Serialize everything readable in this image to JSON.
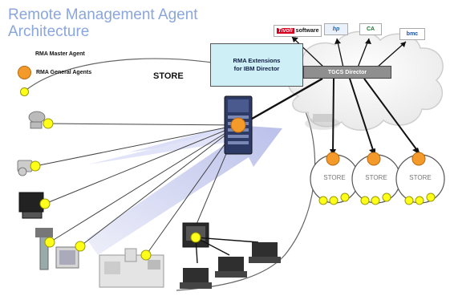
{
  "title": {
    "line1": "Remote Management Agent",
    "line2": "Architecture"
  },
  "legend": {
    "master_label": "RMA Master Agent",
    "general_label": "RMA General Agents"
  },
  "store_label": "STORE",
  "rma_box": {
    "line1": "RMA Extensions",
    "line2": "for IBM Director"
  },
  "director_label": "TGCS Director",
  "remote_stores": [
    {
      "label": "STORE"
    },
    {
      "label": "STORE"
    },
    {
      "label": "STORE"
    }
  ],
  "logos": [
    {
      "icon": "tivoli-software-logo",
      "brand": "Tivoli",
      "text": "software",
      "color": "#d6001c"
    },
    {
      "icon": "hp-logo",
      "brand": "hp",
      "color": "#1d5fa8"
    },
    {
      "icon": "ca-logo",
      "brand": "CA",
      "color": "#1a7a2e"
    },
    {
      "icon": "bmc-logo",
      "brand": "bmc",
      "color": "#1a4fa0"
    }
  ],
  "colors": {
    "master_agent": "#f39a2a",
    "general_agent": "#ffff1a",
    "rma_box_fill": "#cfeff6",
    "director_fill": "#8f8f8f",
    "title": "#8aa6dd",
    "flow_arrow": "#8c96dc"
  }
}
